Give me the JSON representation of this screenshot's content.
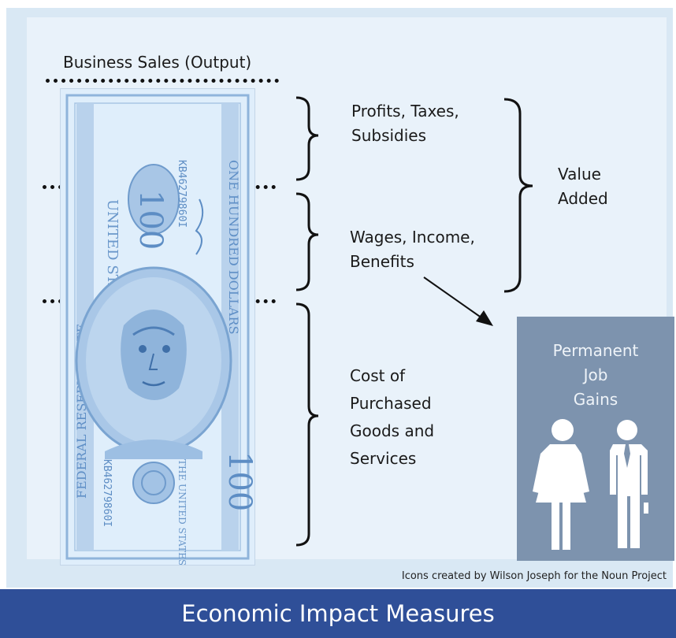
{
  "title": "Economic Impact Measures",
  "top_label": "Business Sales (Output)",
  "segments": [
    {
      "label_lines": [
        "Profits, Taxes,",
        "Subsidies"
      ]
    },
    {
      "label_lines": [
        "Wages, Income,",
        "Benefits"
      ]
    },
    {
      "label_lines": [
        "Cost of",
        "Purchased",
        "Goods and",
        "Services"
      ]
    }
  ],
  "value_added_lines": [
    "Value",
    "Added"
  ],
  "job_box": {
    "title_lines": [
      "Permanent",
      "Job",
      "Gains"
    ],
    "icons": [
      "woman-icon",
      "man-icon"
    ]
  },
  "credit": "Icons created by Wilson Joseph for the Noun Project",
  "bill_icon": "hundred-dollar-bill-icon",
  "colors": {
    "footer": "#2f4f98",
    "job_box": "#7d93ae",
    "bill": "#7ea9d6"
  }
}
